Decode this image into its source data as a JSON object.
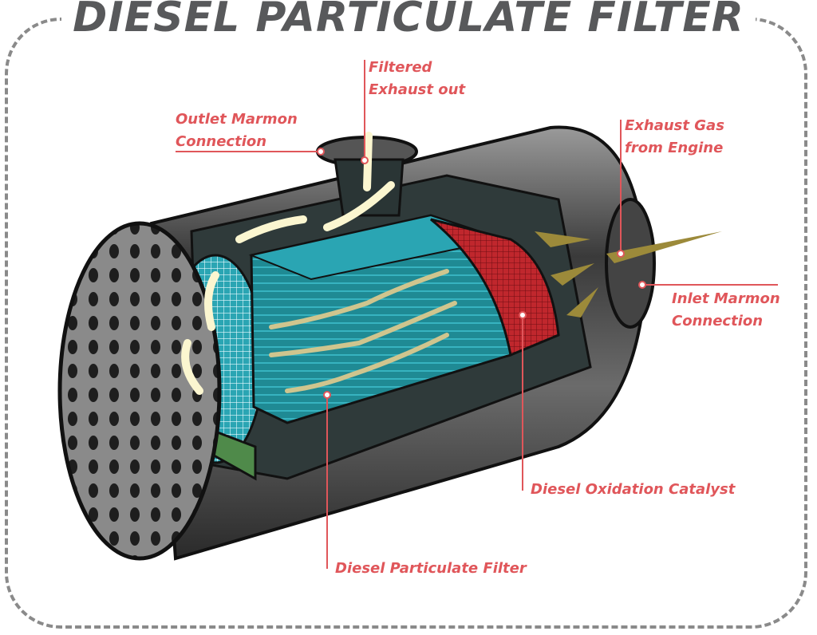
{
  "title": "DIESEL PARTICULATE FILTER",
  "labels": {
    "filtered_exhaust": [
      "Filtered",
      "Exhaust out"
    ],
    "outlet_marmon": [
      "Outlet Marmon",
      "Connection"
    ],
    "exhaust_gas": [
      "Exhaust Gas",
      "from Engine"
    ],
    "inlet_marmon": [
      "Inlet Marmon",
      "Connection"
    ],
    "oxidation_catalyst": "Diesel Oxidation Catalyst",
    "particulate_filter": "Diesel Particulate Filter"
  },
  "colors": {
    "label": "#e0565a",
    "title": "#58595b",
    "filter": "#1f8a94",
    "catalyst": "#c0272d",
    "flow_clean": "#fbf6d0",
    "flow_dirty": "#9c8a3a"
  }
}
